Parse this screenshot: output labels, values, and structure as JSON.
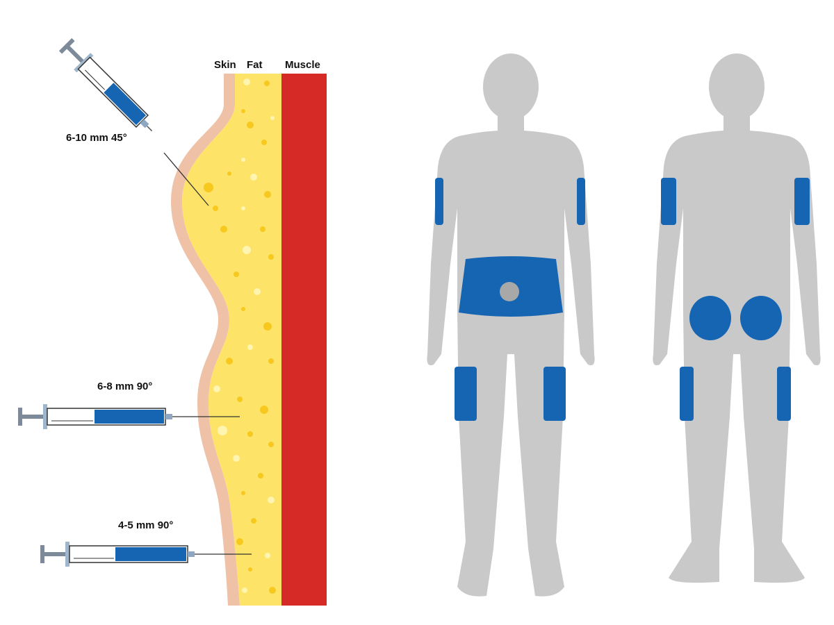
{
  "layers": {
    "skin": "Skin",
    "fat": "Fat",
    "muscle": "Muscle"
  },
  "injections": [
    {
      "label": "6-10 mm 45°",
      "angle": "45°"
    },
    {
      "label": "6-8 mm 90°",
      "angle": "90°"
    },
    {
      "label": "4-5 mm 90°",
      "angle": "90°"
    }
  ],
  "body_views": [
    {
      "view": "front",
      "sites": [
        "upper-arm-left",
        "upper-arm-right",
        "abdomen",
        "thigh-left",
        "thigh-right"
      ]
    },
    {
      "view": "back",
      "sites": [
        "upper-arm-left",
        "upper-arm-right",
        "buttock-left",
        "buttock-right",
        "thigh-left",
        "thigh-right"
      ]
    }
  ],
  "colors": {
    "skin": "#efc2a8",
    "fat": "#fde468",
    "fat_dots": "#f7c81e",
    "muscle": "#d62a26",
    "syringe_fill": "#1565b3",
    "syringe_flange": "#8ea8c3",
    "body": "#c9c9c9",
    "site": "#1565b3",
    "navel": "#a8a8a8"
  }
}
